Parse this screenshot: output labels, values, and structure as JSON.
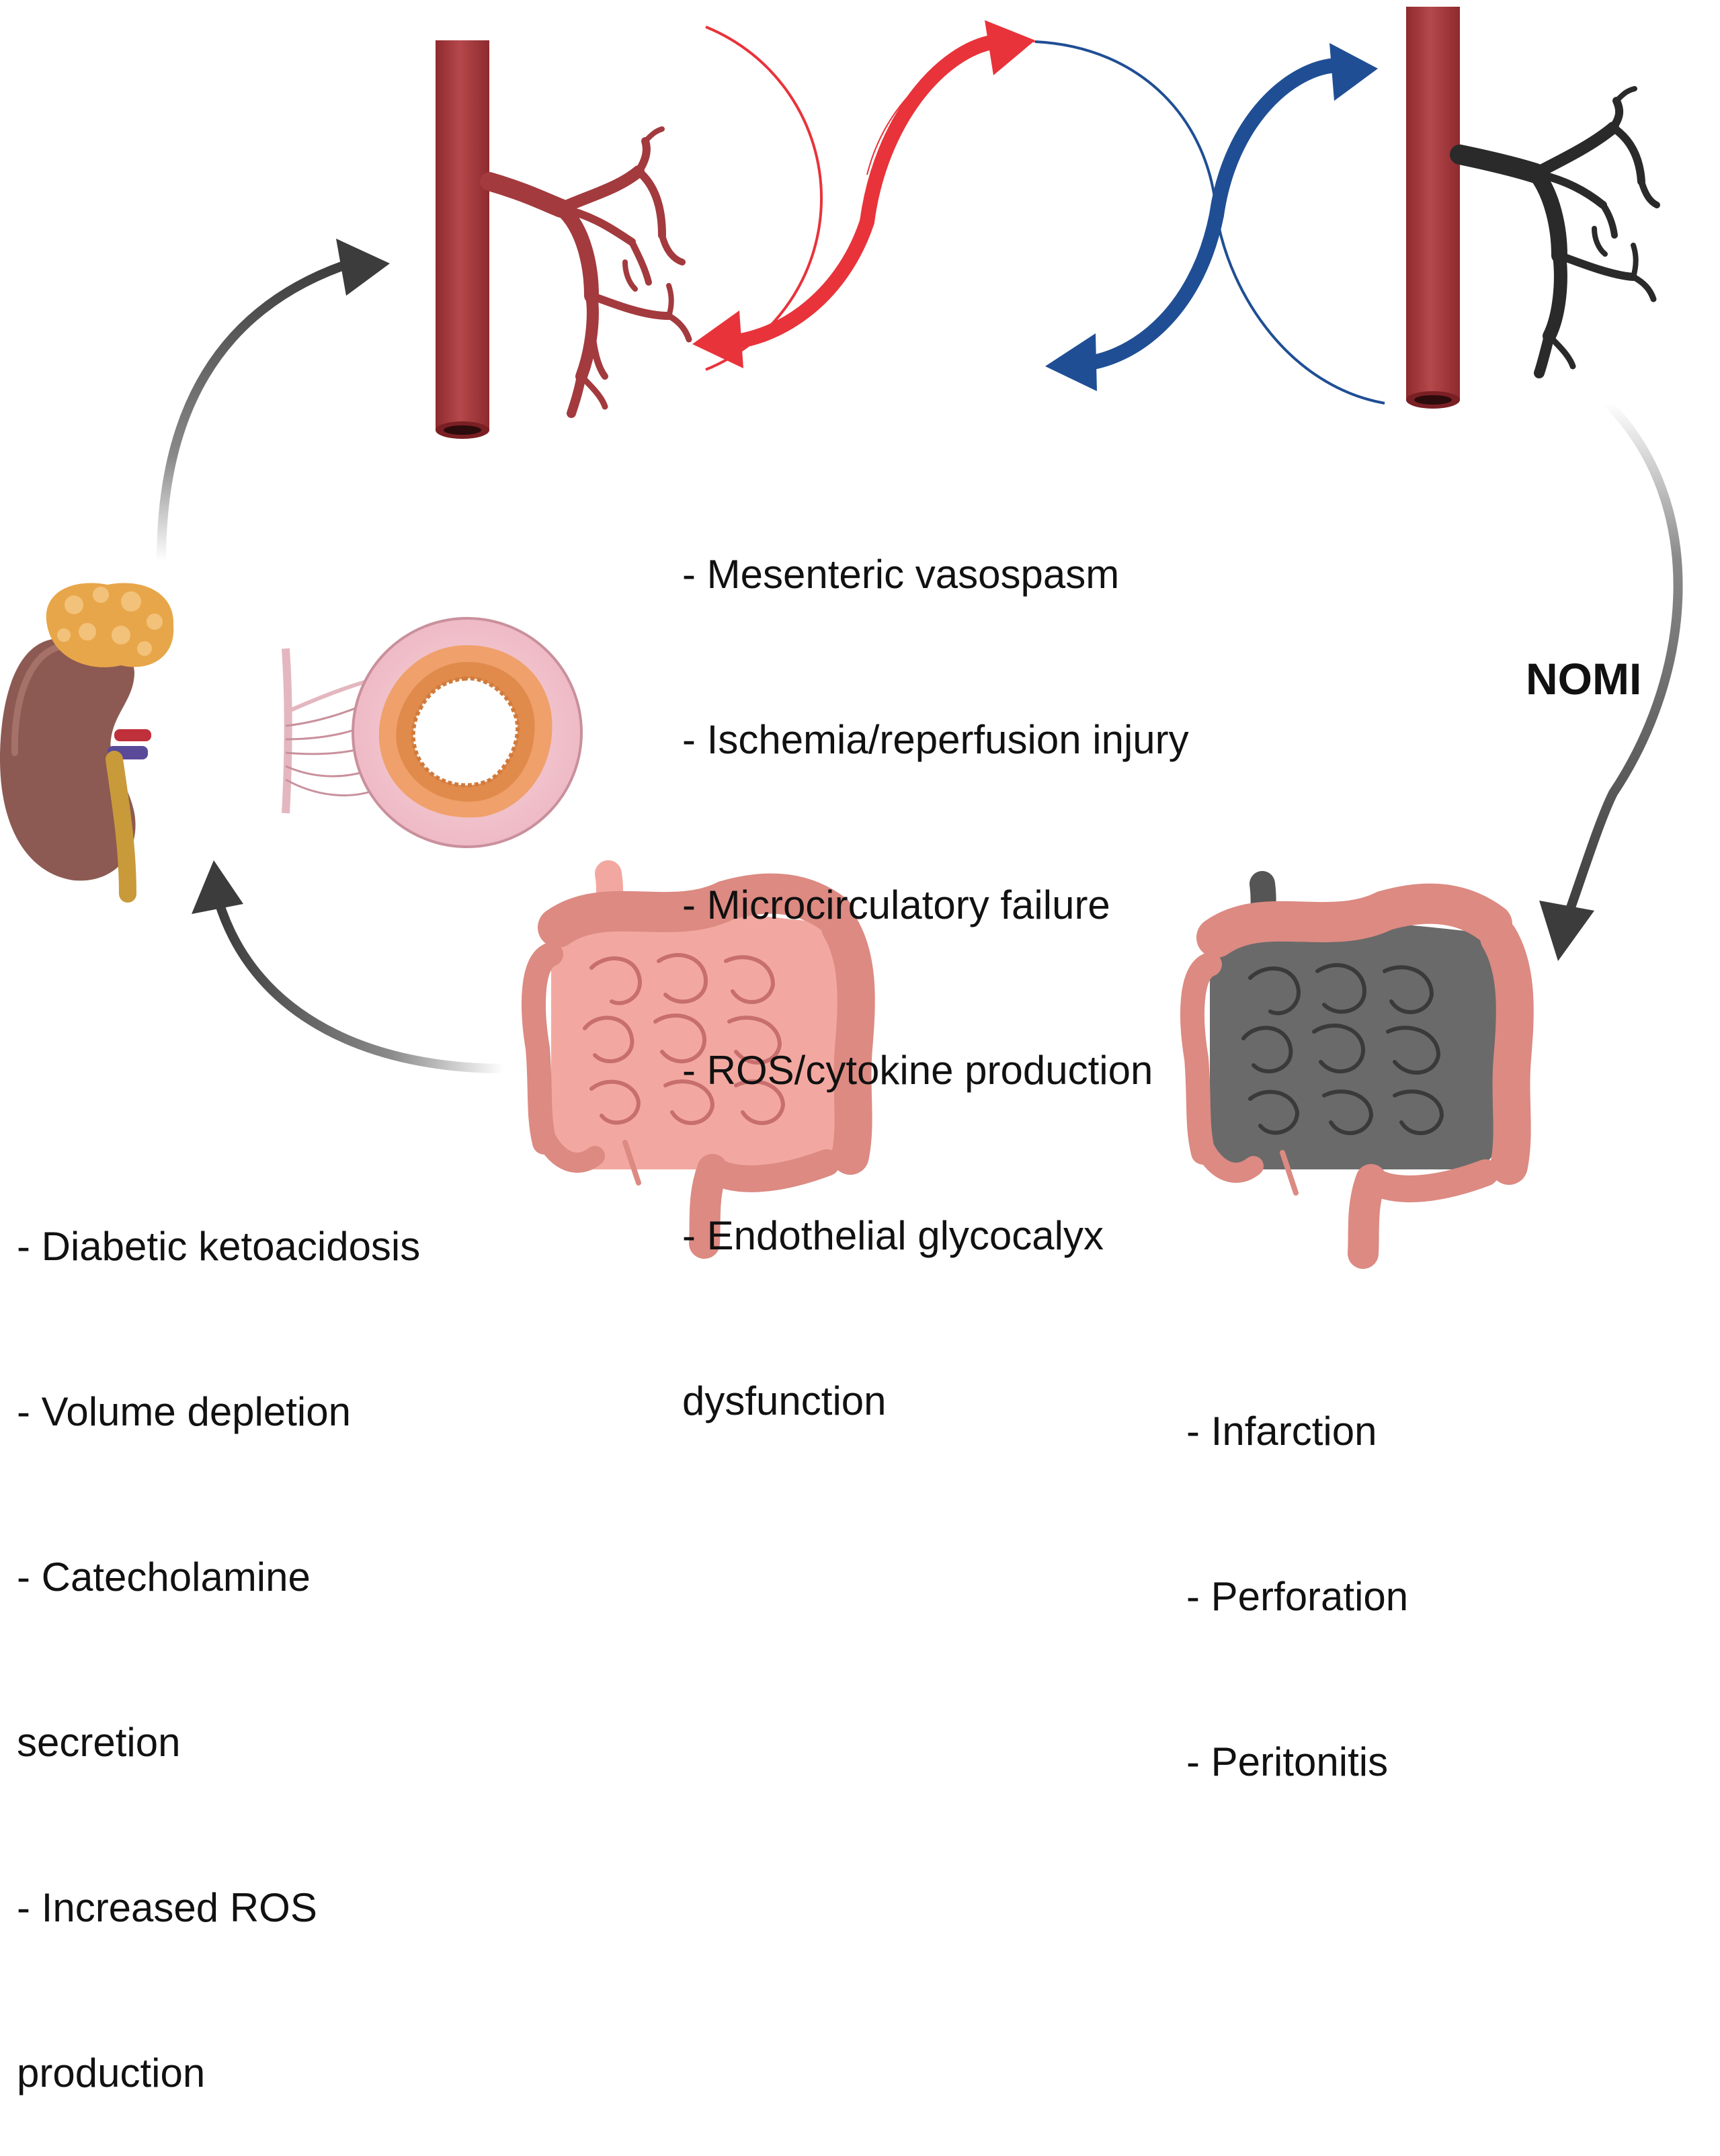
{
  "colors": {
    "artery": "#b5484b",
    "artery_dark": "#8e2a2e",
    "necrotic_vessel": "#2a2a2a",
    "red_arrow": "#e8333a",
    "blue_arrow": "#1f4e94",
    "gray_arrow": "#3c3c3c",
    "kidney": "#8c5a52",
    "adrenal": "#e8a64a",
    "intestine_healthy": "#f2a8a0",
    "colon": "#dc8a82",
    "intestine_necrotic": "#6a6a6a"
  },
  "icons": [
    "artery-icon",
    "necrotic-artery-icon",
    "kidney-icon",
    "bowel-cross-section-icon",
    "healthy-intestine-icon",
    "necrotic-intestine-icon"
  ],
  "mechanisms": {
    "items": [
      "- Mesenteric vasospasm",
      "- Ischemia/reperfusion injury",
      "- Microcirculatory failure",
      "- ROS/cytokine production",
      "- Endothelial glycocalyx",
      "dysfunction"
    ]
  },
  "triggers": {
    "items": [
      "- Diabetic ketoacidosis",
      "- Volume depletion",
      "- Catecholamine",
      "secretion",
      "- Increased ROS",
      "production"
    ]
  },
  "outcomes": {
    "items": [
      "- Infarction",
      "- Perforation",
      "- Peritonitis"
    ]
  },
  "nomi_label": "NOMI"
}
